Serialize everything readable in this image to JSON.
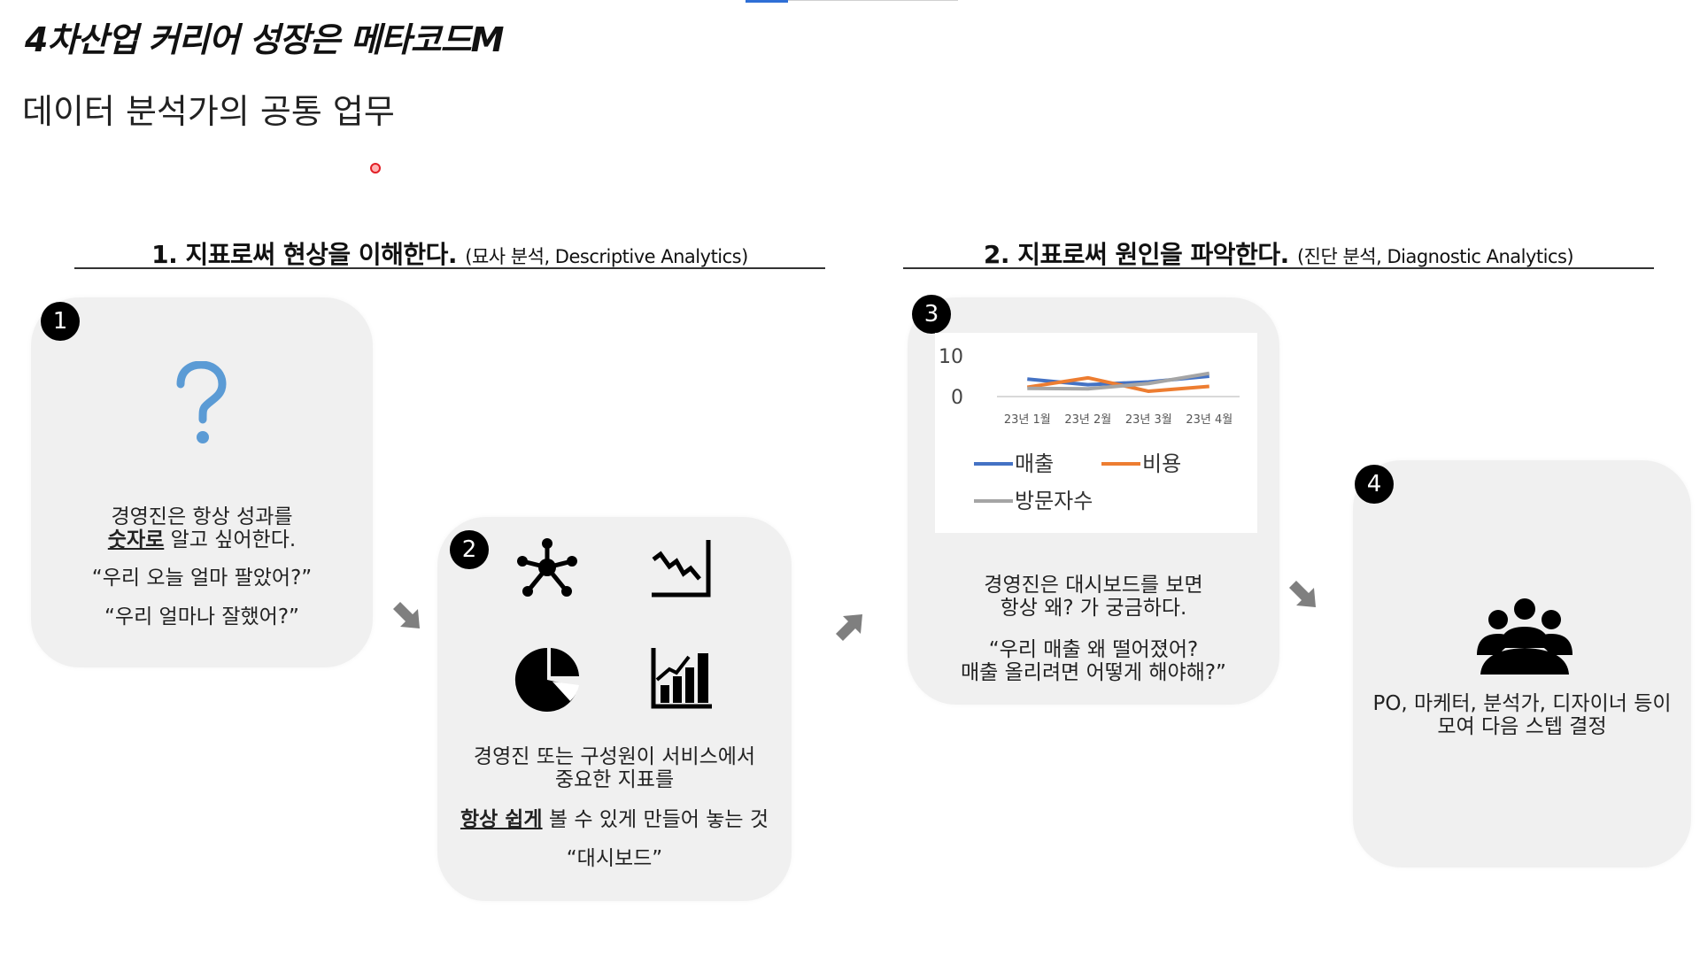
{
  "header": {
    "brand": "4차산업 커리어 성장은 메타코드M",
    "subtitle": "데이터 분석가의 공통 업무"
  },
  "sections": [
    {
      "title": "1. 지표로써 현상을 이해한다.",
      "sub": "(묘사 분석, Descriptive Analytics)"
    },
    {
      "title": "2. 지표로써 원인을 파악한다.",
      "sub": "(진단 분석, Diagnostic Analytics)"
    }
  ],
  "cards": {
    "c1": {
      "num": "1",
      "line1": "경영진은 항상 성과를",
      "line2_bold": "숫자로",
      "line2_rest": " 알고 싶어한다.",
      "quote1": "“우리 오늘 얼마 팔았어?”",
      "quote2": "“우리 얼마나 잘했어?”",
      "icon": "question-mark-icon"
    },
    "c2": {
      "num": "2",
      "line1": "경영진 또는 구성원이 서비스에서",
      "line2": "중요한 지표를",
      "line3_bold": "항상 쉽게",
      "line3_rest": " 볼 수 있게 만들어 놓는 것",
      "line4": "“대시보드”",
      "icons": [
        "network-icon",
        "line-chart-down-icon",
        "pie-chart-icon",
        "bar-chart-up-icon"
      ]
    },
    "c3": {
      "num": "3",
      "line1": "경영진은 대시보드를 보면",
      "line2": "항상 왜? 가 궁금하다.",
      "quote1": "“우리 매출 왜 떨어졌어?",
      "quote2": "매출 올리려면 어떻게 해야해?”"
    },
    "c4": {
      "num": "4",
      "line1": "PO, 마케터, 분석가, 디자이너 등이",
      "line2": "모여 다음 스텝 결정",
      "icon": "team-group-icon"
    }
  },
  "colors": {
    "card_bg": "#f0f0f0",
    "question": "#5b9bd5",
    "arrow": "#7f7f7f"
  },
  "chart_data": {
    "type": "line",
    "categories": [
      "23년 1월",
      "23년 2월",
      "23년 3월",
      "23년 4월"
    ],
    "ylim": [
      0,
      10
    ],
    "yticks": [
      "10",
      "0"
    ],
    "series": [
      {
        "name": "매출",
        "color": "#4472c4",
        "values": [
          4.3,
          2.9,
          3.6,
          5.0
        ]
      },
      {
        "name": "비용",
        "color": "#ed7d31",
        "values": [
          2.3,
          4.6,
          1.3,
          2.5
        ]
      },
      {
        "name": "방문자수",
        "color": "#a5a5a5",
        "values": [
          2.0,
          1.9,
          3.2,
          5.7
        ]
      }
    ],
    "legend_position": "bottom"
  }
}
